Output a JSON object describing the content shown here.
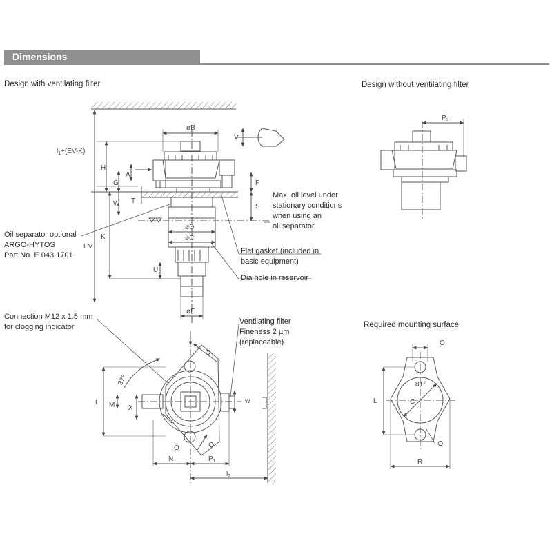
{
  "header": {
    "title": "Dimensions"
  },
  "captions": {
    "with_filter": "Design with ventilating filter",
    "without_filter": "Design without ventilating filter",
    "mounting_surface": "Required mounting surface"
  },
  "notes": {
    "oil_level": [
      "Max. oil level under",
      "stationary conditions",
      "when using an",
      "oil separator"
    ],
    "oil_separator": [
      "Oil separator optional",
      "ARGO-HYTOS",
      "Part No. E 043.1701"
    ],
    "flat_gasket": [
      "Flat gasket (included in",
      "basic equipment)"
    ],
    "dia_hole": "Dia hole in reservoir",
    "connection": [
      "Connection M12 x 1.5 mm",
      "for clogging indicator"
    ],
    "ventilating_filter": [
      "Ventilating filter",
      "Fineness 2 µm",
      "(replaceable)"
    ]
  },
  "labels": {
    "dia_b": "øB",
    "h": "H",
    "g": "G",
    "a": "A",
    "w": "W",
    "t": "T",
    "k": "K",
    "ev": "EV",
    "u": "U",
    "dia_d": "øD",
    "dia_c": "øC",
    "dia_e": "øE",
    "v": "V",
    "f": "F",
    "s": "S",
    "l1": "l",
    "l1_sub": "1",
    "l1_rest": "+(EV-K)",
    "p2": "P",
    "p2_sub": "2",
    "angle_37": "37°",
    "l_left": "L",
    "m": "M",
    "x": "X",
    "o_top": "O",
    "o_bottom": "O",
    "o_left": "O",
    "n": "N",
    "p1": "P",
    "p1_sub": "1",
    "l2": "l",
    "l2_sub": "2",
    "w_small": "w",
    "r_o_top": "O",
    "angle_81": "81°",
    "r_c": "C",
    "r_l": "L",
    "r_o_bottom": "O",
    "r_r": "R"
  }
}
